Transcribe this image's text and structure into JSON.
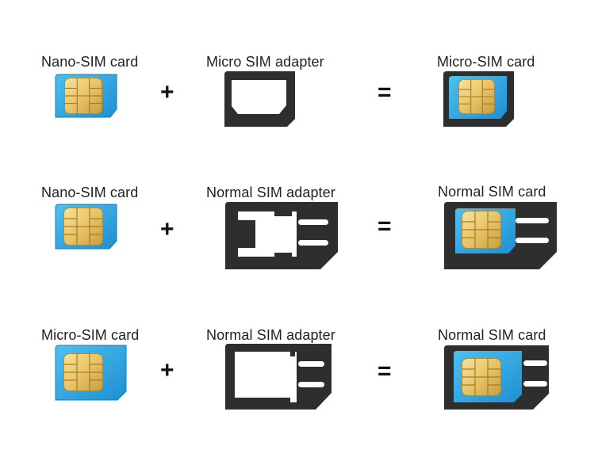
{
  "rows": [
    {
      "input_label": "Nano-SIM card",
      "adapter_label": "Micro SIM adapter",
      "result_label": "Micro-SIM card",
      "plus": "+",
      "equals": "="
    },
    {
      "input_label": "Nano-SIM card",
      "adapter_label": "Normal SIM adapter",
      "result_label": "Normal SIM card",
      "plus": "+",
      "equals": "="
    },
    {
      "input_label": "Micro-SIM card",
      "adapter_label": "Normal SIM adapter",
      "result_label": "Normal SIM card",
      "plus": "+",
      "equals": "="
    }
  ],
  "colors": {
    "sim_blue": "#2fa6e3",
    "chip_gold": "#e9c66a",
    "adapter_black": "#2e2e2e"
  }
}
